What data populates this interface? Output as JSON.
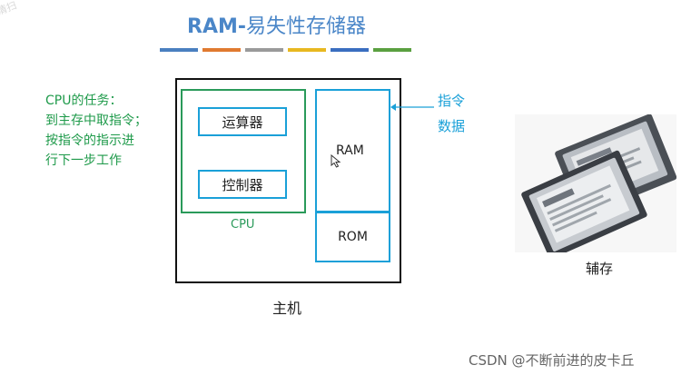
{
  "watermark_corner": "清扫",
  "title": {
    "prefix": "RAM-",
    "rest": "易失性存储器"
  },
  "color_bar": [
    "#4a7fc0",
    "#e07a30",
    "#9a9a9a",
    "#e8b820",
    "#3a6ec0",
    "#5aa040"
  ],
  "task_text": [
    "CPU的任务：",
    "到主存中取指令；",
    "按指令的指示进",
    "行下一步工作"
  ],
  "cpu": {
    "label": "CPU",
    "alu": "运算器",
    "control": "控制器"
  },
  "memory": {
    "ram": "RAM",
    "rom": "ROM"
  },
  "host_label": "主机",
  "side_text": [
    "指令",
    "数据"
  ],
  "disk_label": "辅存",
  "footer_credit": "CSDN @不断前进的皮卡丘",
  "colors": {
    "accent_blue": "#1aa0d8",
    "cpu_green": "#2a9a5a",
    "text_green": "#1e9a4a",
    "title_blue": "#4a86c8"
  },
  "icons": {
    "cursor": "mouse-pointer-icon",
    "arrow": "arrow-left-icon"
  }
}
